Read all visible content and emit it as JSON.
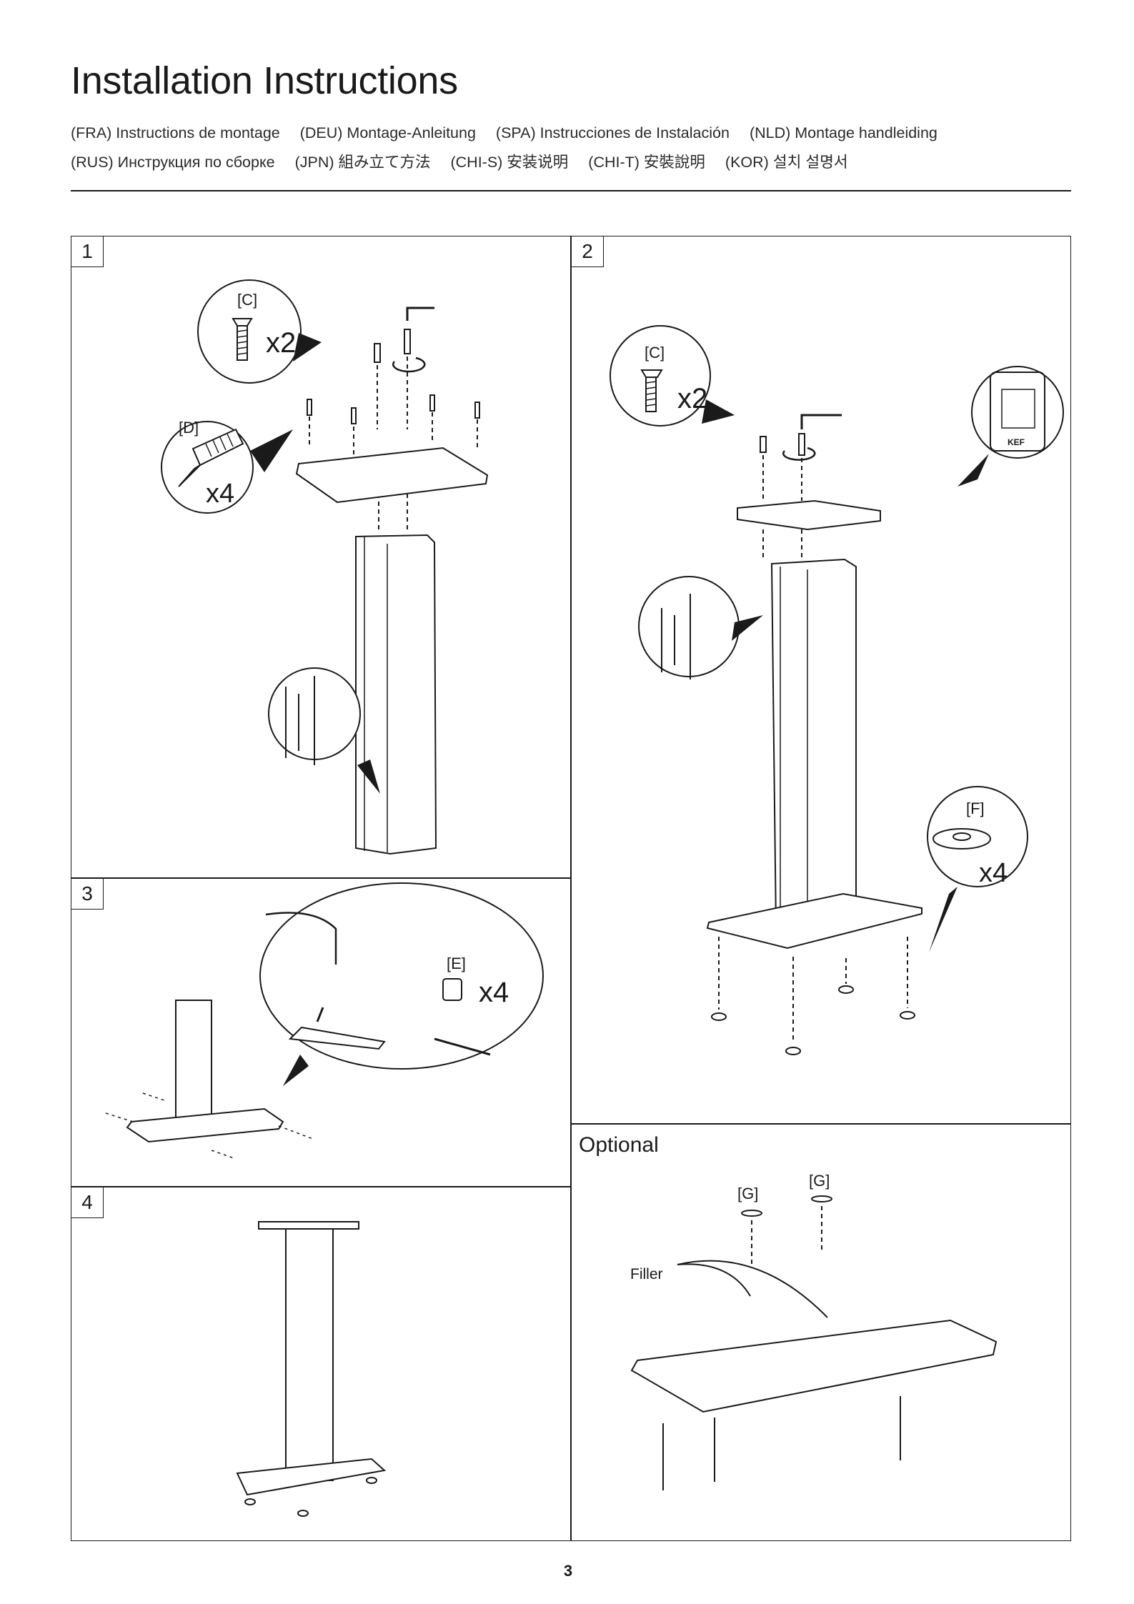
{
  "header": {
    "title": "Installation Instructions",
    "languages_line1": [
      "(FRA) Instructions de montage",
      "(DEU) Montage-Anleitung",
      "(SPA) Instrucciones de Instalación",
      "(NLD) Montage handleiding"
    ],
    "languages_line2": [
      "(RUS) Инструкция по сборке",
      "(JPN) 組み立て方法",
      "(CHI-S) 安装说明",
      "(CHI-T) 安裝說明",
      "(KOR) 설치 설명서"
    ]
  },
  "steps": {
    "s1": {
      "number": "1",
      "part_c": "[C]",
      "qty_c": "x2",
      "part_d": "[D]",
      "qty_d": "x4"
    },
    "s2": {
      "number": "2",
      "part_c": "[C]",
      "qty_c": "x2",
      "part_f": "[F]",
      "qty_f": "x4",
      "logo": "KEF"
    },
    "s3": {
      "number": "3",
      "part_e": "[E]",
      "qty_e": "x4"
    },
    "s4": {
      "number": "4"
    }
  },
  "optional": {
    "title": "Optional",
    "part_g1": "[G]",
    "part_g2": "[G]",
    "filler_label": "Filler"
  },
  "footer": {
    "page_number": "3"
  }
}
